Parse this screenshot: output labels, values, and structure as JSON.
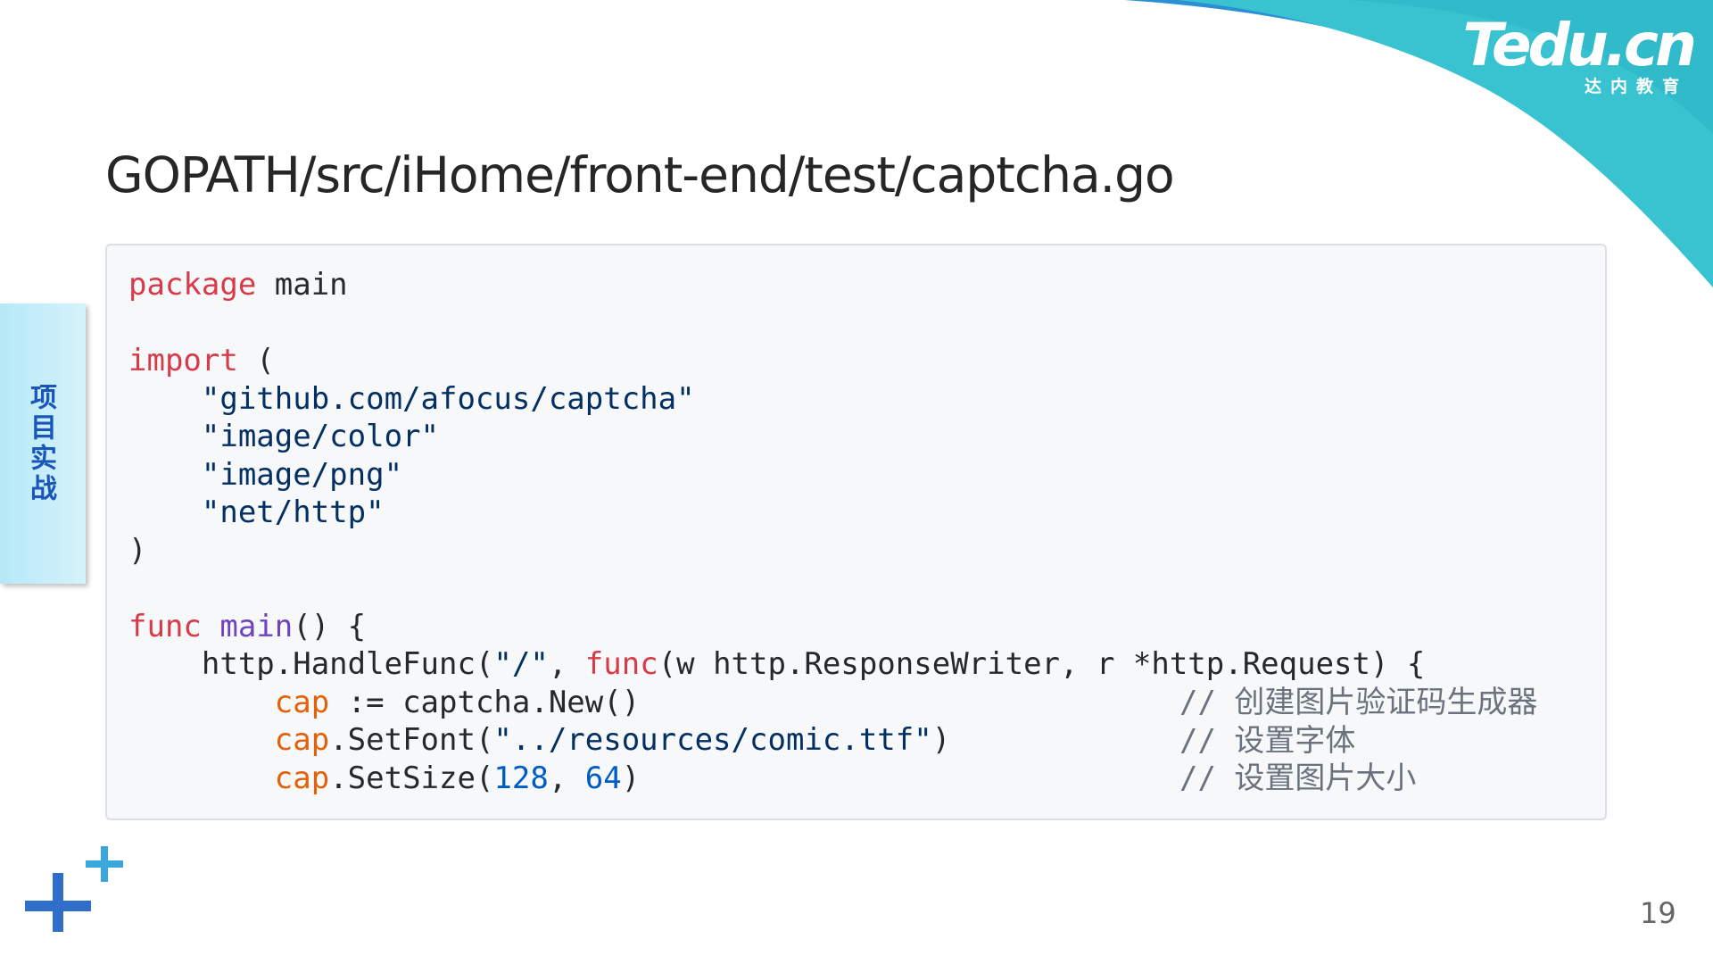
{
  "logo": {
    "main": "Tedu.cn",
    "sub": "达内教育"
  },
  "side_tab": {
    "label": "项目实战"
  },
  "title": "GOPATH/src/iHome/front-end/test/captcha.go",
  "code": [
    [
      {
        "t": "package",
        "c": "kw"
      },
      {
        "t": " main"
      }
    ],
    [],
    [
      {
        "t": "import",
        "c": "kw"
      },
      {
        "t": " ("
      }
    ],
    [
      {
        "t": "    "
      },
      {
        "t": "\"github.com/afocus/captcha\"",
        "c": "str"
      }
    ],
    [
      {
        "t": "    "
      },
      {
        "t": "\"image/color\"",
        "c": "str"
      }
    ],
    [
      {
        "t": "    "
      },
      {
        "t": "\"image/png\"",
        "c": "str"
      }
    ],
    [
      {
        "t": "    "
      },
      {
        "t": "\"net/http\"",
        "c": "str"
      }
    ],
    [
      {
        "t": ")"
      }
    ],
    [],
    [
      {
        "t": "func",
        "c": "kw"
      },
      {
        "t": " "
      },
      {
        "t": "main",
        "c": "fn"
      },
      {
        "t": "() {"
      }
    ],
    [
      {
        "t": "    http.HandleFunc("
      },
      {
        "t": "\"/\"",
        "c": "str"
      },
      {
        "t": ", "
      },
      {
        "t": "func",
        "c": "kw"
      },
      {
        "t": "(w http.ResponseWriter, r *http.Request) {"
      }
    ],
    [
      {
        "t": "        "
      },
      {
        "t": "cap",
        "c": "var"
      },
      {
        "t": " := captcha.New()"
      }
    ],
    [
      {
        "t": "        "
      },
      {
        "t": "cap",
        "c": "var"
      },
      {
        "t": ".SetFont("
      },
      {
        "t": "\"../resources/comic.ttf\"",
        "c": "str"
      },
      {
        "t": ")"
      }
    ],
    [
      {
        "t": "        "
      },
      {
        "t": "cap",
        "c": "var"
      },
      {
        "t": ".SetSize("
      },
      {
        "t": "128",
        "c": "num"
      },
      {
        "t": ", "
      },
      {
        "t": "64",
        "c": "num"
      },
      {
        "t": ")"
      }
    ]
  ],
  "comments": [
    {
      "slash": "// ",
      "text": "创建图片验证码生成器"
    },
    {
      "slash": "// ",
      "text": "设置字体"
    },
    {
      "slash": "// ",
      "text": "设置图片大小"
    }
  ],
  "page_number": "19",
  "colors": {
    "keyword": "#d73a49",
    "function": "#6f42c1",
    "string": "#032f62",
    "number": "#005cc5",
    "variable": "#e36209",
    "comment": "#6a737d",
    "accent_teal": "#39c3d0",
    "accent_blue": "#2f6fc9"
  }
}
